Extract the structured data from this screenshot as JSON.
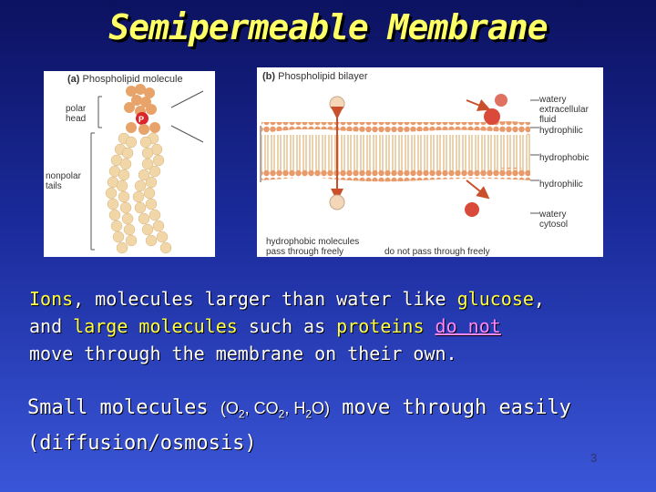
{
  "slide": {
    "title": "Semipermeable Membrane",
    "page_number": "3"
  },
  "figure_a": {
    "label": "(a)",
    "title": "Phospholipid molecule",
    "polar_head": "polar\nhead",
    "nonpolar_tails": "nonpolar\ntails",
    "p_label": "P"
  },
  "figure_b": {
    "label": "(b)",
    "title": "Phospholipid bilayer",
    "watery_extracellular": "watery\nextracellular\nfluid",
    "hydrophilic_top": "hydrophilic",
    "hydrophobic": "hydrophobic",
    "hydrophilic_bottom": "hydrophilic",
    "watery_cytosol": "watery\ncytosol",
    "hydrophobic_caption": "hydrophobic molecules\npass through freely",
    "no_pass_caption": "do not pass through freely"
  },
  "paragraph1": {
    "ions": "Ions",
    "t1": ", molecules larger than water like ",
    "glucose": "glucose",
    "t2": ",",
    "t3": "and ",
    "large_molecules": "large molecules",
    "t4": " such as ",
    "proteins": "proteins",
    "t5": " ",
    "do_not": "do not",
    "t6": "move through the membrane on their own."
  },
  "paragraph2": {
    "lead": "Small molecules ",
    "o2_main": "(O",
    "o2_sub": "2",
    "co2_main": ", CO",
    "co2_sub": "2",
    "h2o_main": ", H",
    "h2o_sub": "2",
    "h2o_end": "O)",
    "tail": " move through easily",
    "line2": "(diffusion/osmosis)"
  },
  "colors": {
    "title": "#ffff66",
    "highlight_yellow": "#ffff44",
    "highlight_pink": "#ff88ff"
  }
}
